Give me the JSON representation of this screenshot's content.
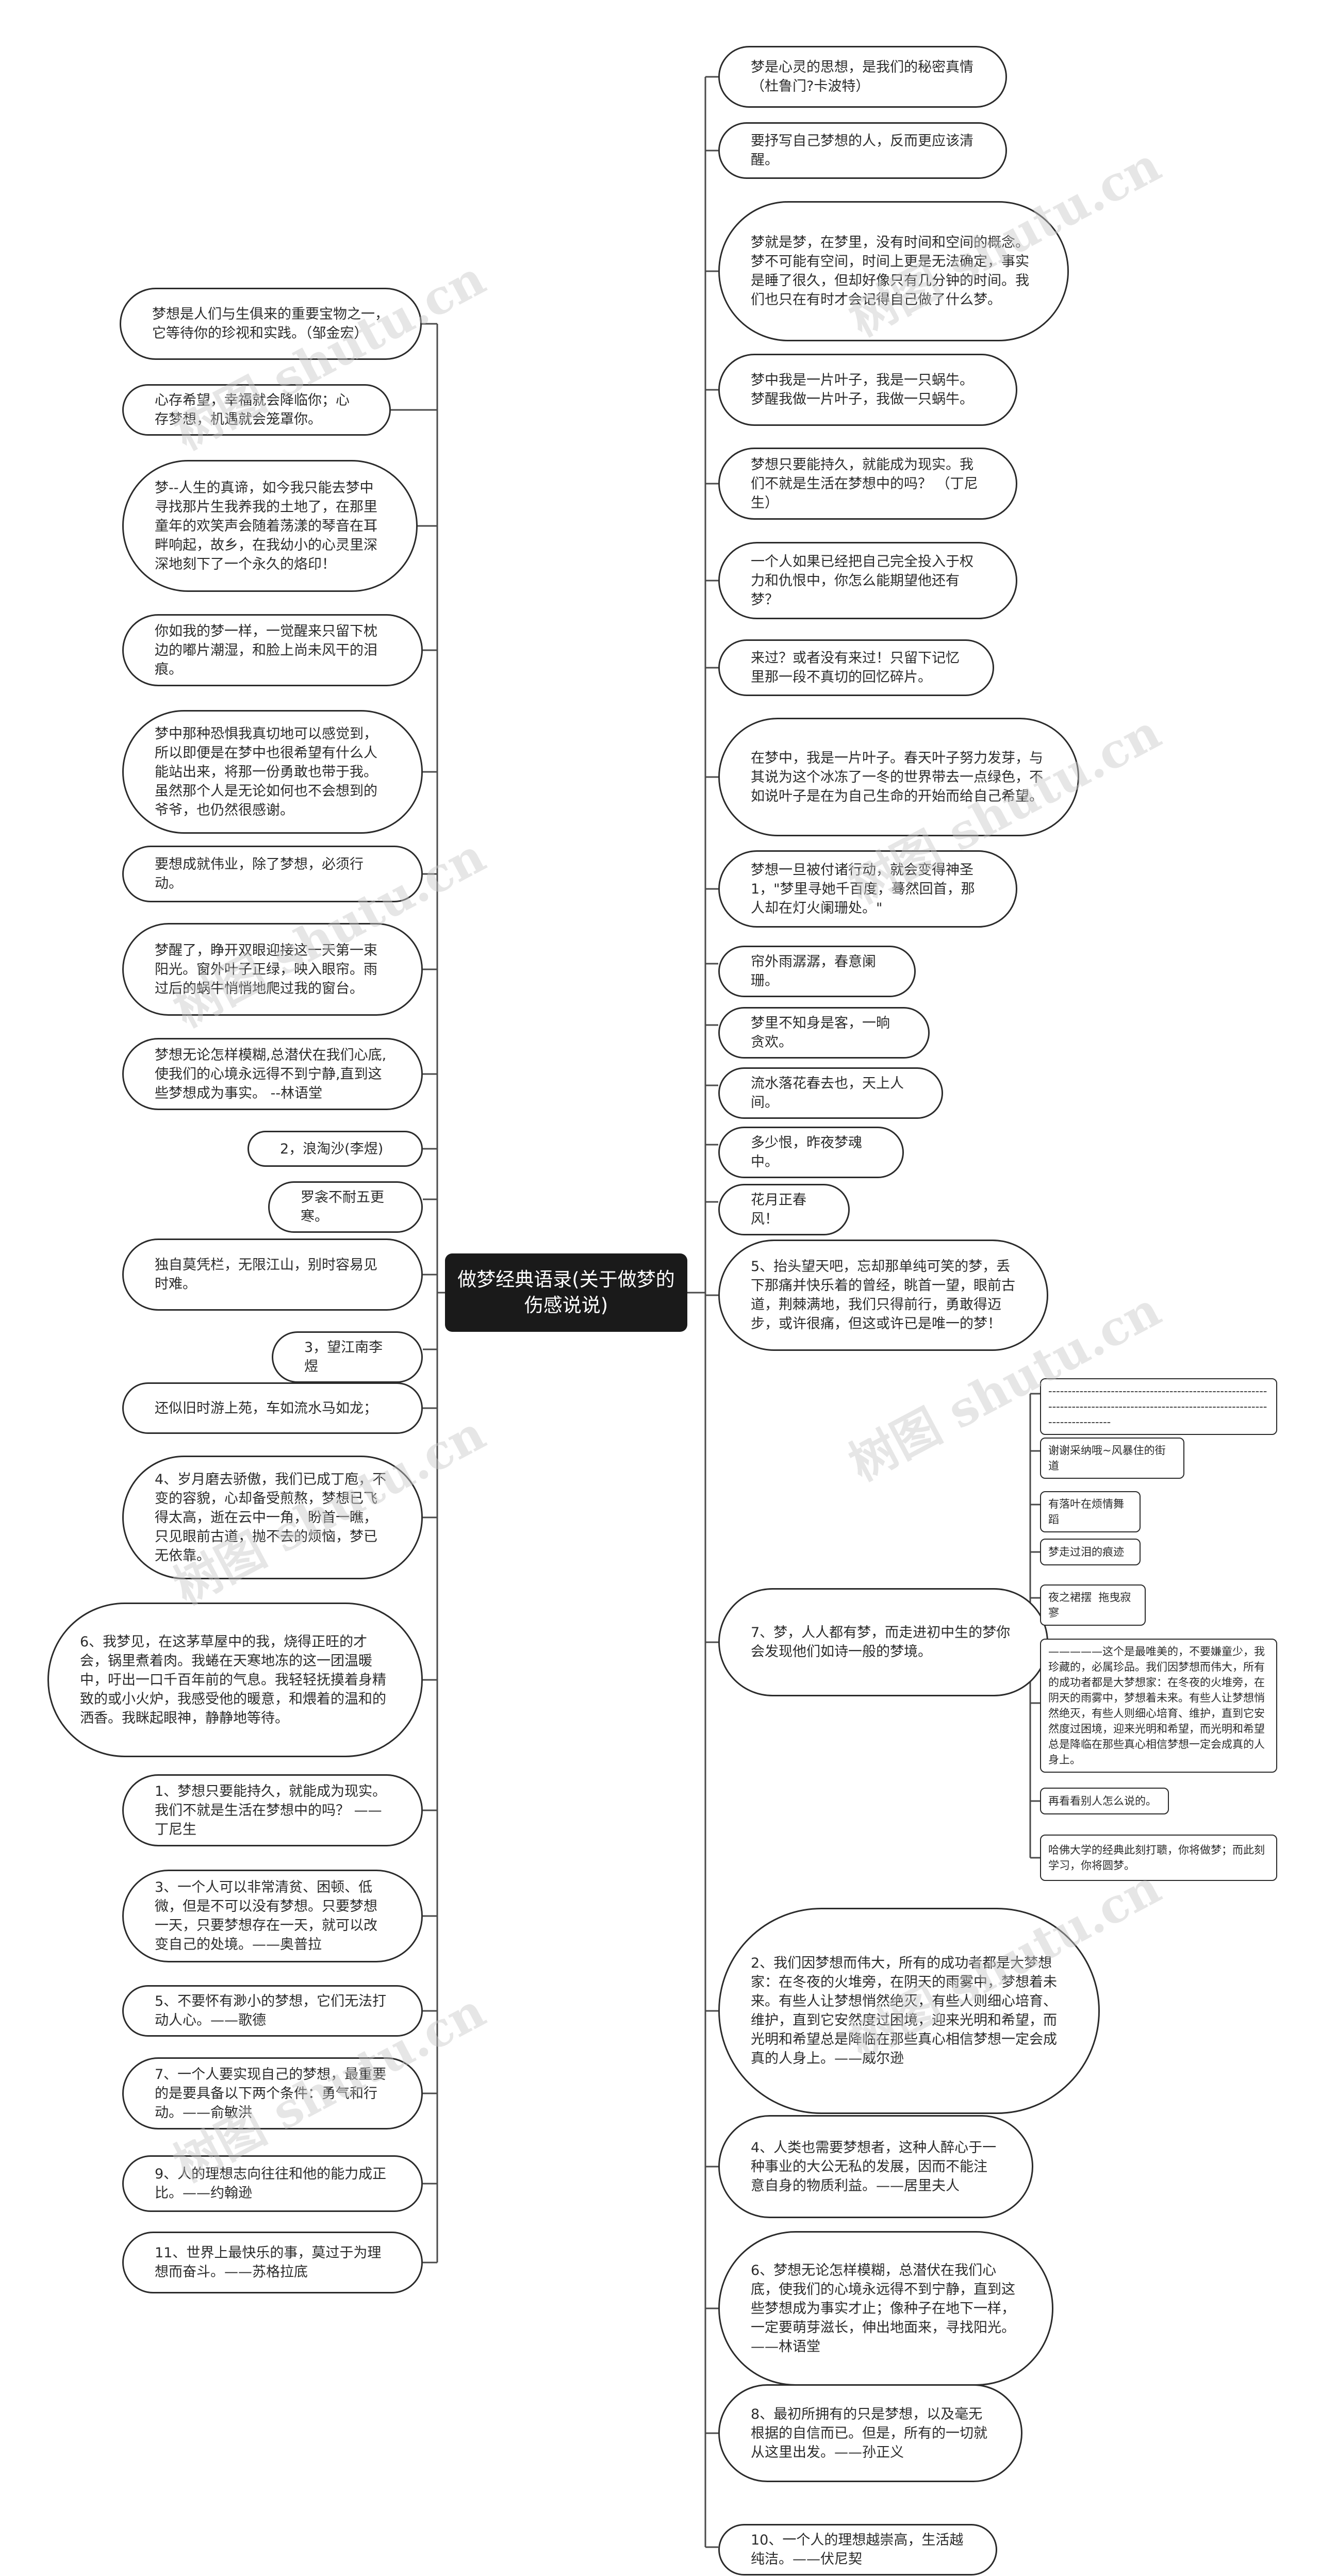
{
  "root": {
    "title": "做梦经典语录(关于做梦的伤感说说)"
  },
  "left_nodes": [
    {
      "text": "梦想是人们与生俱来的重要宝物之一，它等待你的珍视和实践。（邹金宏）"
    },
    {
      "text": "心存希望，幸福就会降临你；心存梦想，机遇就会笼罩你。"
    },
    {
      "text": "梦--人生的真谛，如今我只能去梦中寻找那片生我养我的土地了，在那里童年的欢笑声会随着荡漾的琴音在耳畔响起，故乡，在我幼小的心灵里深深地刻下了一个永久的烙印！"
    },
    {
      "text": "你如我的梦一样，一觉醒来只留下枕边的嘟片潮湿，和脸上尚未风干的泪痕。"
    },
    {
      "text": "梦中那种恐惧我真切地可以感觉到，所以即便是在梦中也很希望有什么人能站出来，将那一份勇敢也带于我。虽然那个人是无论如何也不会想到的爷爷，也仍然很感谢。"
    },
    {
      "text": "要想成就伟业，除了梦想，必须行动。"
    },
    {
      "text": "梦醒了，睁开双眼迎接这一天第一束阳光。窗外叶子正绿，映入眼帘。雨过后的蜗牛悄悄地爬过我的窗台。"
    },
    {
      "text": "梦想无论怎样模糊,总潜伏在我们心底,使我们的心境永远得不到宁静,直到这些梦想成为事实。 --林语堂"
    },
    {
      "text": "2，浪淘沙(李煜)"
    },
    {
      "text": "罗衾不耐五更寒。"
    },
    {
      "text": "独自莫凭栏，无限江山，别时容易见时难。"
    },
    {
      "text": "3，望江南李煜"
    },
    {
      "text": "还似旧时游上苑，车如流水马如龙；"
    },
    {
      "text": "4、岁月磨去骄傲，我们已成丁庖，不变的容貌，心却备受煎熬，梦想已飞得太高，逝在云中一角，盼首一瞧，只见眼前古道，抛不去的烦恼，梦已无依靠。"
    },
    {
      "text": "6、我梦见，在这茅草屋中的我，烧得正旺的才会，锅里煮着肉。我蜷在天寒地冻的这一团温暖中，吁出一口千百年前的气息。我轻轻抚摸着身精致的或小火炉，我感受他的暖意，和煨着的温和的洒香。我眯起眼神，静静地等待。"
    },
    {
      "text": "1、梦想只要能持久，就能成为现实。我们不就是生活在梦想中的吗？ ——丁尼生"
    },
    {
      "text": "3、一个人可以非常清贫、困顿、低微，但是不可以没有梦想。只要梦想一天，只要梦想存在一天，就可以改变自己的处境。——奥普拉"
    },
    {
      "text": "5、不要怀有渺小的梦想，它们无法打动人心。——歌德"
    },
    {
      "text": "7、一个人要实现自己的梦想，最重要的是要具备以下两个条件：勇气和行动。——俞敏洪"
    },
    {
      "text": "9、人的理想志向往往和他的能力成正比。——约翰逊"
    },
    {
      "text": "11、世界上最快乐的事，莫过于为理想而奋斗。——苏格拉底"
    }
  ],
  "right_nodes": [
    {
      "text": "梦是心灵的思想，是我们的秘密真情（杜鲁门?卡波特）"
    },
    {
      "text": "要抒写自己梦想的人，反而更应该清醒。"
    },
    {
      "text": "梦就是梦，在梦里，没有时间和空间的概念。梦不可能有空间，时间上更是无法确定，事实是睡了很久，但却好像只有几分钟的时间。我们也只在有时才会记得自己做了什么梦。"
    },
    {
      "text": "梦中我是一片叶子，我是一只蜗牛。梦醒我做一片叶子，我做一只蜗牛。"
    },
    {
      "text": "梦想只要能持久，就能成为现实。我们不就是生活在梦想中的吗？ （丁尼生）"
    },
    {
      "text": "一个人如果已经把自己完全投入于权力和仇恨中，你怎么能期望他还有梦？"
    },
    {
      "text": "来过？或者没有来过！只留下记忆里那一段不真切的回忆碎片。"
    },
    {
      "text": "在梦中，我是一片叶子。春天叶子努力发芽，与其说为这个冰冻了一冬的世界带去一点绿色，不如说叶子是在为自己生命的开始而给自己希望。"
    },
    {
      "text": "梦想一旦被付诸行动，就会变得神圣1，\"梦里寻她千百度，蓦然回首，那人却在灯火阑珊处。\""
    },
    {
      "text": "帘外雨潺潺，春意阑珊。"
    },
    {
      "text": "梦里不知身是客，一晌贪欢。"
    },
    {
      "text": "流水落花春去也，天上人间。"
    },
    {
      "text": "多少恨，昨夜梦魂中。"
    },
    {
      "text": "花月正春风！"
    },
    {
      "text": "5、抬头望天吧，忘却那单纯可笑的梦，丢下那痛并快乐着的曾经，眺首一望，眼前古道，荆棘满地，我们只得前行，勇敢得迈步，或许很痛，但这或许已是唯一的梦！"
    },
    {
      "text": "7、梦，人人都有梦，而走进初中生的梦你会发现他们如诗一般的梦境。"
    },
    {
      "text": "2、我们因梦想而伟大，所有的成功者都是大梦想家：在冬夜的火堆旁，在阴天的雨雾中，梦想着未来。有些人让梦想悄然绝灭，有些人则细心培育、维护，直到它安然度过困境，迎来光明和希望，而光明和希望总是降临在那些真心相信梦想一定会成真的人身上。——威尔逊"
    },
    {
      "text": "4、人类也需要梦想者，这种人醉心于一种事业的大公无私的发展，因而不能注意自身的物质利益。——居里夫人"
    },
    {
      "text": "6、梦想无论怎样模糊，总潜伏在我们心底，使我们的心境永远得不到宁静，直到这些梦想成为事实才止；像种子在地下一样，一定要萌芽滋长，伸出地面来，寻找阳光。——林语堂"
    },
    {
      "text": "8、最初所拥有的只是梦想，以及毫无根据的自信而已。但是，所有的一切就从这里出发。——孙正义"
    },
    {
      "text": "10、一个人的理想越崇高，生活越纯洁。——伏尼契"
    }
  ],
  "sub_nodes": [
    {
      "text": "--------------------------------------------------------------------------------------------------------------------------------"
    },
    {
      "text": "谢谢采纳哦~风暴住的街道"
    },
    {
      "text": "有落叶在烦情舞蹈"
    },
    {
      "text": "梦走过泪的痕迹"
    },
    {
      "text": "夜之裙摆  拖曳寂寥"
    },
    {
      "text": "—————这个是最唯美的，不要嫌童少，我珍藏的，必属珍品。我们因梦想而伟大，所有的成功者都是大梦想家：在冬夜的火堆旁，在阴天的雨雾中，梦想着未来。有些人让梦想悄然绝灭，有些人则细心培育、维护，直到它安然度过困境，迎来光明和希望，而光明和希望总是降临在那些真心相信梦想一定会成真的人身上。"
    },
    {
      "text": "再看看别人怎么说的。"
    },
    {
      "text": "哈佛大学的经典此刻打聩，你将做梦；而此刻学习，你将圆梦。"
    }
  ],
  "watermark": {
    "text": "树图 shutu.cn"
  }
}
